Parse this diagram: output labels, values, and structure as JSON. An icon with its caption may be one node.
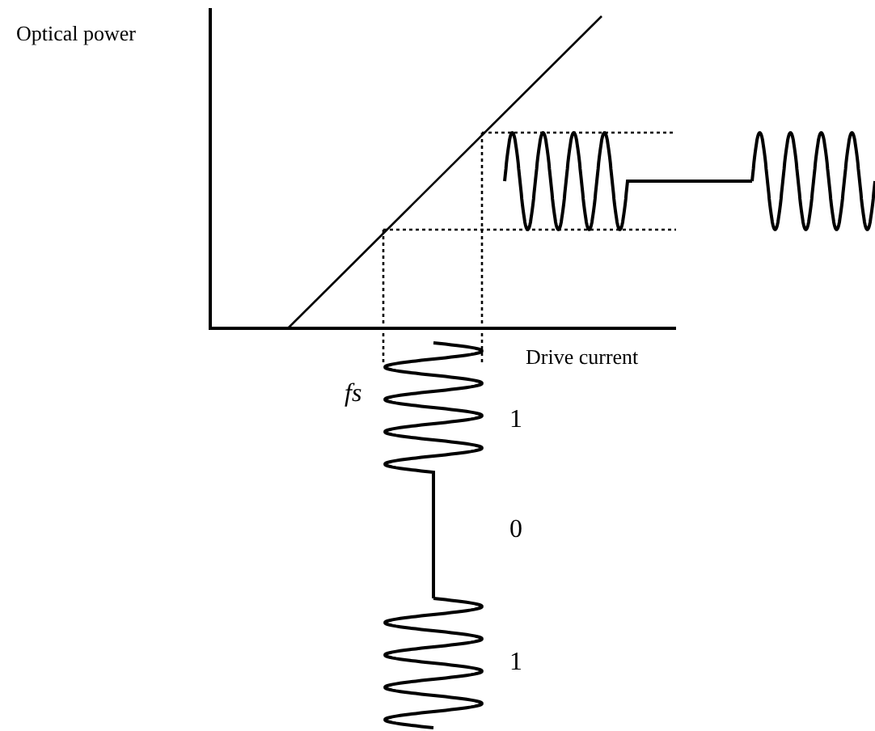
{
  "diagram": {
    "labels": [
      "Optical power",
      "Drive current",
      "fs",
      "1",
      "0",
      "1"
    ]
  }
}
